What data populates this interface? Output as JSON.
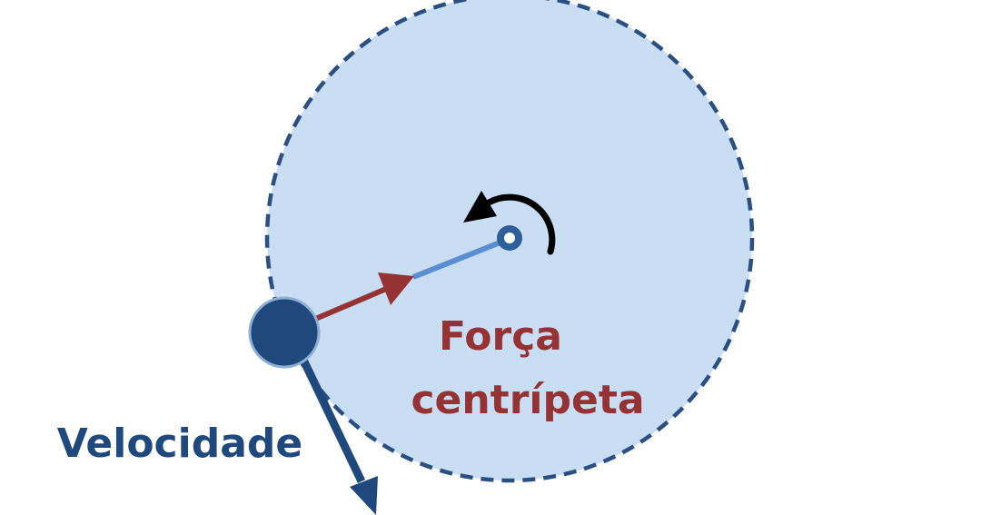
{
  "labels": {
    "force_line1": "Força",
    "force_line2": "centrípeta",
    "velocity": "Velocidade"
  },
  "colors": {
    "orbit_fill": "#c9ddf3",
    "orbit_stroke": "#2a4f80",
    "ball": "#1f497d",
    "force_arrow": "#953234",
    "radius_line": "#5a8ed0",
    "velocity_arrow": "#1f497d",
    "rotation_arrow": "#000000",
    "force_text": "#953234",
    "velocity_text": "#1f497d"
  },
  "icons": {
    "rotation": "counterclockwise-arrow-icon",
    "center": "pivot-point-icon"
  }
}
